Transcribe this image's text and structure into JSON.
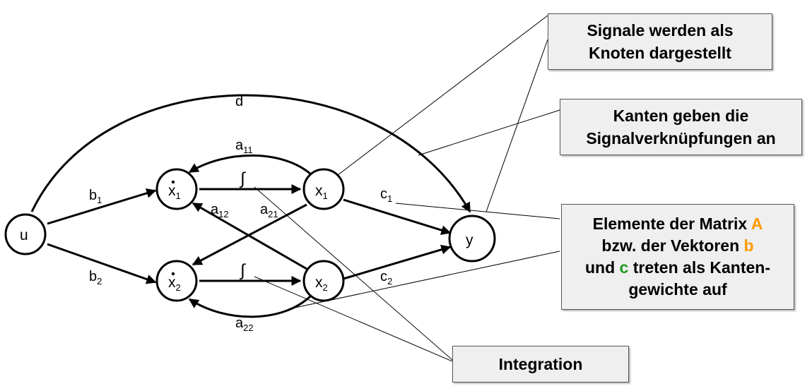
{
  "nodes": {
    "u": "u",
    "xdot1": "x",
    "xdot1_sub": "1",
    "xdot2": "x",
    "xdot2_sub": "2",
    "x1": "x",
    "x1_sub": "1",
    "x2": "x",
    "x2_sub": "2",
    "y": "y"
  },
  "edge_labels": {
    "d": "d",
    "b1": "b",
    "b1_sub": "1",
    "b2": "b",
    "b2_sub": "2",
    "a11": "a",
    "a11_sub": "11",
    "a12": "a",
    "a12_sub": "12",
    "a21": "a",
    "a21_sub": "21",
    "a22": "a",
    "a22_sub": "22",
    "c1": "c",
    "c1_sub": "1",
    "c2": "c",
    "c2_sub": "2",
    "integral1": "∫",
    "integral2": "∫"
  },
  "notes": {
    "signals": [
      "Signale werden als",
      "Knoten dargestellt"
    ],
    "edges": [
      "Kanten geben die",
      "Signalverknüpfungen an"
    ],
    "matrix": {
      "line1_text": "Elemente der Matrix ",
      "line1_hl": "A",
      "line2_text": "bzw. der Vektoren ",
      "line2_hl": "b",
      "line3_pre": "und ",
      "line3_hl": "c",
      "line3_post": " treten als Kanten-",
      "line4": "gewichte auf"
    },
    "integration": "Integration"
  },
  "colors": {
    "highlight_orange": "#ff9900",
    "highlight_green": "#1f9a1f",
    "note_fill": "#efefef"
  }
}
